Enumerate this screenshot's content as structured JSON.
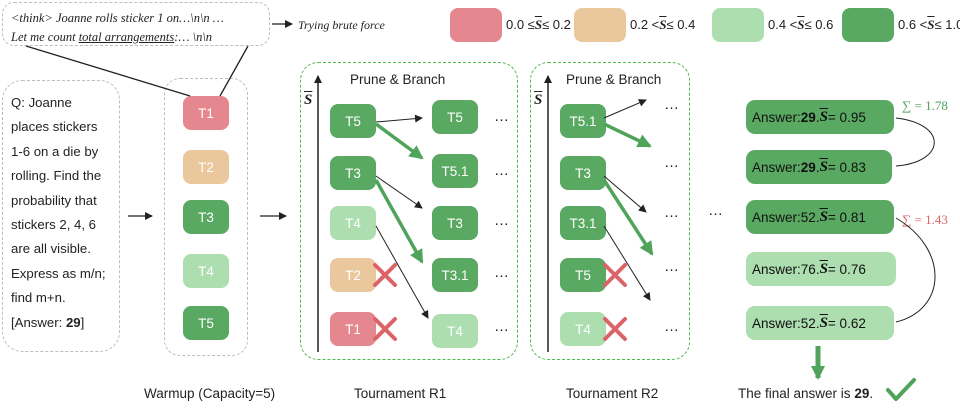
{
  "colors": {
    "red": "#e4878f",
    "orange": "#ebc79d",
    "light_green": "#acdeb0",
    "mid_green": "#76c27e",
    "dark_green": "#5aa962",
    "accent_green": "#4fa35a",
    "cross": "#dc6468",
    "dash": "#4cb74c"
  },
  "thought": {
    "line1": "<think> Joanne rolls sticker 1 on…\\n\\n …",
    "line2_pre": "Let me count ",
    "line2_underlined": "total arrangements",
    "line2_post": ":… \\n\\n"
  },
  "brute_note": "Trying brute force",
  "legend": [
    {
      "label_parts": [
        "0.0 ≤",
        "S",
        "≤ 0.2"
      ],
      "color": "red"
    },
    {
      "label_parts": [
        "0.2 <",
        "S",
        "≤ 0.4"
      ],
      "color": "orange"
    },
    {
      "label_parts": [
        "0.4 <",
        "S",
        "≤ 0.6"
      ],
      "color": "light_green"
    },
    {
      "label_parts": [
        "0.6 <",
        "S",
        "≤ 1.0"
      ],
      "color": "dark_green"
    }
  ],
  "question": {
    "lines": [
      "Q: Joanne",
      "places stickers",
      "1-6 on a die by",
      "rolling. Find the",
      "probability that",
      "stickers 2, 4, 6",
      "are all visible.",
      "Express as m/n;",
      "find m+n."
    ],
    "answer_prefix": "[Answer: ",
    "answer_value": "29",
    "answer_suffix": "]"
  },
  "warmup": {
    "caption": "Warmup (Capacity=5)",
    "nodes": [
      {
        "label": "T1",
        "color": "red"
      },
      {
        "label": "T2",
        "color": "orange"
      },
      {
        "label": "T3",
        "color": "dark_green"
      },
      {
        "label": "T4",
        "color": "light_green"
      },
      {
        "label": "T5",
        "color": "dark_green"
      }
    ]
  },
  "axis_label": "S",
  "rounds": [
    {
      "title": "Prune & Branch",
      "caption": "Tournament R1",
      "left_nodes": [
        {
          "label": "T5",
          "color": "dark_green",
          "pruned": false
        },
        {
          "label": "T3",
          "color": "dark_green",
          "pruned": false
        },
        {
          "label": "T4",
          "color": "light_green",
          "pruned": false
        },
        {
          "label": "T2",
          "color": "orange",
          "pruned": true
        },
        {
          "label": "T1",
          "color": "red",
          "pruned": true
        }
      ],
      "right_nodes": [
        {
          "label": "T5",
          "color": "dark_green"
        },
        {
          "label": "T5.1",
          "color": "dark_green"
        },
        {
          "label": "T3",
          "color": "dark_green"
        },
        {
          "label": "T3.1",
          "color": "dark_green"
        },
        {
          "label": "T4",
          "color": "light_green"
        }
      ]
    },
    {
      "title": "Prune & Branch",
      "caption": "Tournament R2",
      "left_nodes": [
        {
          "label": "T5.1",
          "color": "dark_green",
          "pruned": false
        },
        {
          "label": "T3",
          "color": "dark_green",
          "pruned": false
        },
        {
          "label": "T3.1",
          "color": "dark_green",
          "pruned": false
        },
        {
          "label": "T5",
          "color": "dark_green",
          "pruned": true
        },
        {
          "label": "T4",
          "color": "light_green",
          "pruned": true
        }
      ]
    }
  ],
  "dots": "…",
  "answers": [
    {
      "prefix": "Answer: ",
      "value": "29",
      "bold": true,
      "sep": ". ",
      "score_label": "S",
      "score": "= 0.95",
      "color": "dark_green"
    },
    {
      "prefix": "Answer: ",
      "value": "29",
      "bold": true,
      "sep": ". ",
      "score_label": "S",
      "score": "= 0.83",
      "color": "dark_green"
    },
    {
      "prefix": "Answer: ",
      "value": "52",
      "bold": false,
      "sep": ". ",
      "score_label": "S",
      "score": "= 0.81",
      "color": "dark_green"
    },
    {
      "prefix": "Answer: ",
      "value": "76",
      "bold": false,
      "sep": ". ",
      "score_label": "S",
      "score": "= 0.76",
      "color": "light_green"
    },
    {
      "prefix": "Answer: ",
      "value": "52",
      "bold": false,
      "sep": ". ",
      "score_label": "S",
      "score": "= 0.62",
      "color": "light_green"
    }
  ],
  "sums": [
    {
      "text": "∑ = 1.78",
      "color": "#4fa35a"
    },
    {
      "text": "∑ = 1.43",
      "color": "#dc6468"
    }
  ],
  "final": {
    "prefix": "The final answer is ",
    "value": "29",
    "suffix": "."
  }
}
